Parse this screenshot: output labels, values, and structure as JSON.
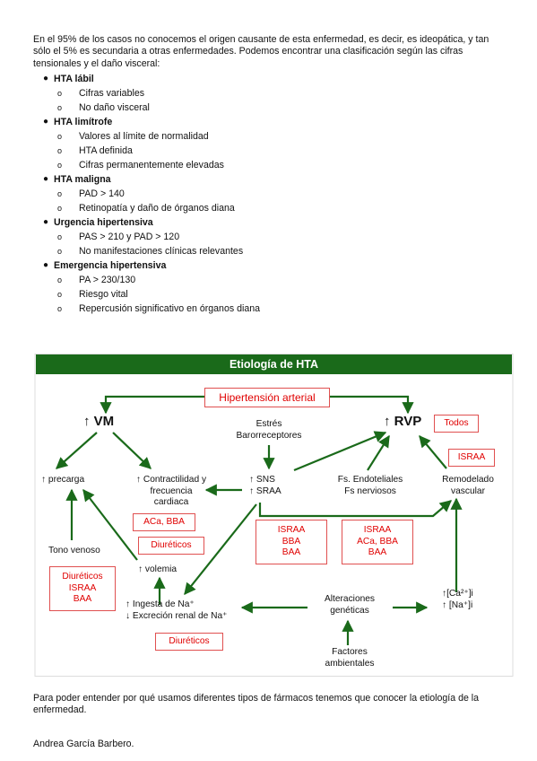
{
  "intro": "En el 95% de los casos no conocemos el origen causante de esta enfermedad, es decir, es ideopática, y tan sólo el 5% es secundaria a otras enfermedades. Podemos encontrar una clasificación según las cifras tensionales y el daño visceral:",
  "classification": [
    {
      "name": "HTA lábil",
      "items": [
        "Cifras variables",
        "No daño visceral"
      ]
    },
    {
      "name": "HTA limítrofe",
      "items": [
        "Valores al límite de normalidad",
        "HTA definida",
        "Cifras permanentemente elevadas"
      ]
    },
    {
      "name": "HTA maligna",
      "items": [
        "PAD > 140",
        "Retinopatía y daño de órganos diana"
      ]
    },
    {
      "name": "Urgencia hipertensiva",
      "items": [
        "PAS > 210 y PAD > 120",
        "No manifestaciones clínicas relevantes"
      ]
    },
    {
      "name": "Emergencia hipertensiva",
      "items": [
        "PA > 230/130",
        "Riesgo vital",
        "Repercusión significativo en órganos diana"
      ]
    }
  ],
  "diagram": {
    "title": "Etiología de  HTA",
    "root": "Hipertensión arterial",
    "vm": "↑ VM",
    "rvp": "↑ RVP",
    "todos": "Todos",
    "estres": [
      "Estrés",
      "Barorreceptores"
    ],
    "israa_right": "ISRAA",
    "precarga": "↑ precarga",
    "contractilidad": [
      "↑ Contractilidad y",
      "frecuencia",
      "cardiaca"
    ],
    "sns": [
      "↑ SNS",
      "↑ SRAA"
    ],
    "endoteliales": [
      "Fs. Endoteliales",
      "Fs nerviosos"
    ],
    "remodelado": [
      "Remodelado",
      "vascular"
    ],
    "aca_bba": "ACa, BBA",
    "diureticos_mid": "Diuréticos",
    "israa_bba_baa": [
      "ISRAA",
      "BBA",
      "BAA"
    ],
    "israa_aca_bba_baa": [
      "ISRAA",
      "ACa, BBA",
      "BAA"
    ],
    "tono": "Tono venoso",
    "volemia": "↑ volemia",
    "left_drugs": [
      "Diuréticos",
      "ISRAA",
      "BAA"
    ],
    "ingesta": [
      "↑ Ingesta de Na⁺",
      "↓ Excreción renal de Na⁺"
    ],
    "alteraciones": [
      "Alteraciones",
      "genéticas"
    ],
    "ca_na": [
      "↑[Ca²⁺]i",
      "↑ [Na⁺]i"
    ],
    "diureticos_bottom": "Diuréticos",
    "factores": [
      "Factores",
      "ambientales"
    ]
  },
  "outro": "Para poder entender por qué usamos diferentes tipos de fármacos tenemos que conocer la etiología de la enfermedad.",
  "author": "Andrea García Barbero."
}
